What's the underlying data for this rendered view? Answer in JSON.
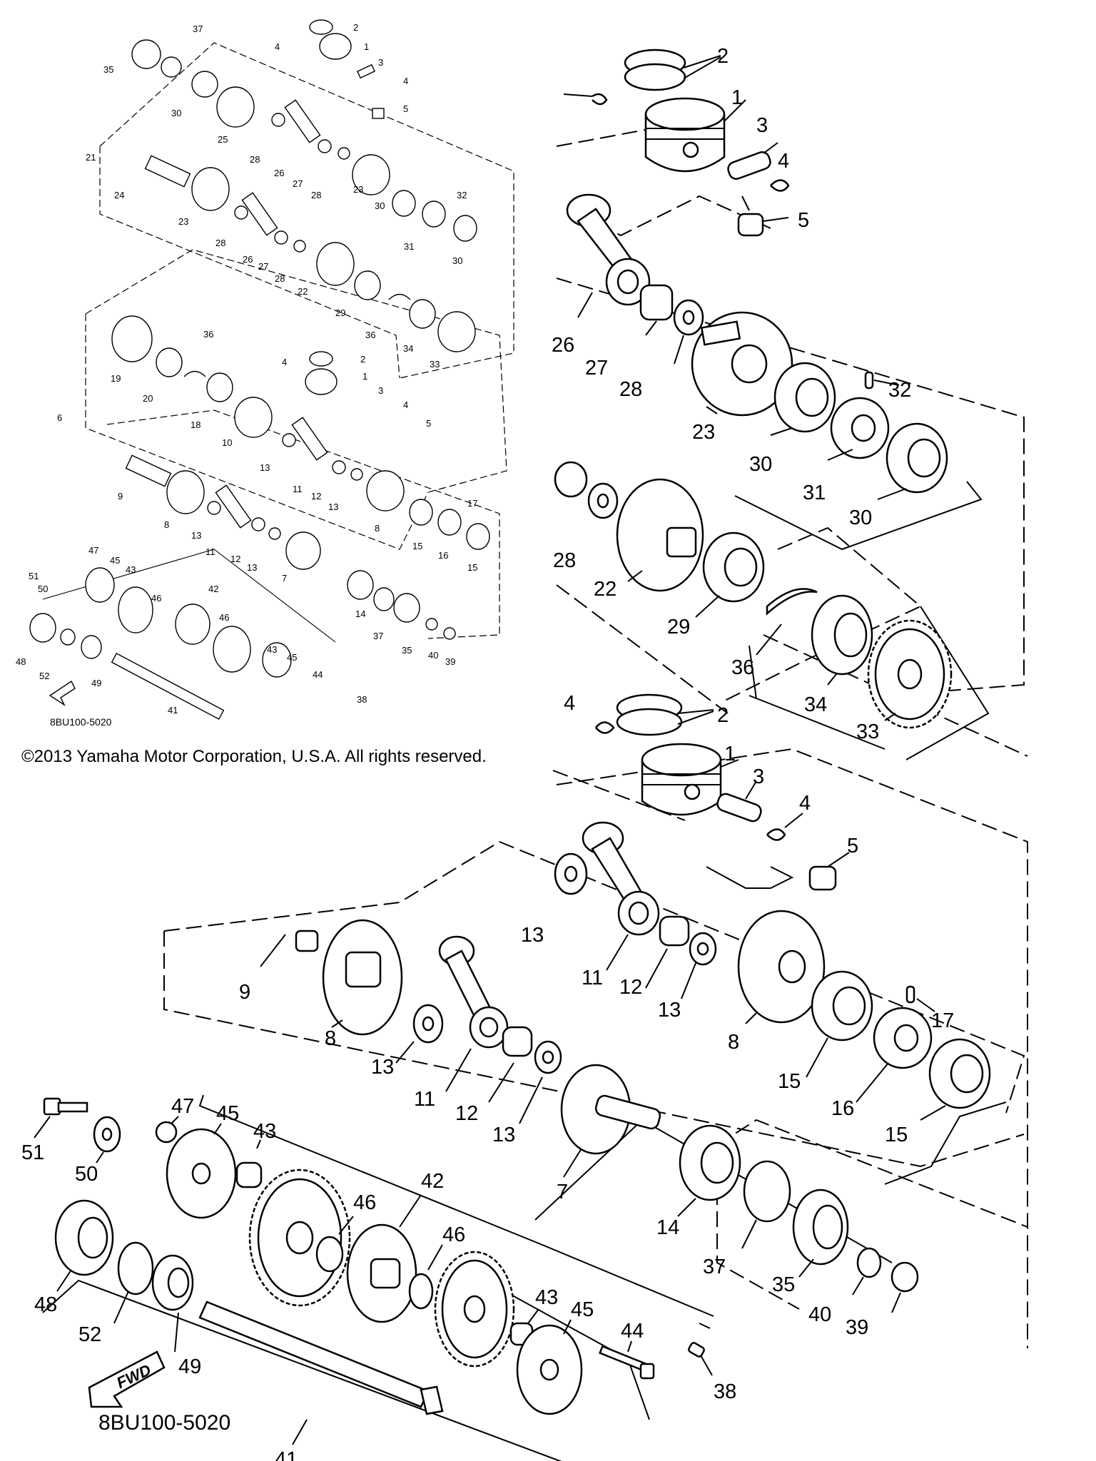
{
  "copyright": "©2013 Yamaha Motor Corporation, U.S.A. All rights reserved.",
  "diagram_code": "8BU100-5020",
  "fwd_label": "FWD",
  "small_callouts": [
    "1",
    "2",
    "3",
    "4",
    "4",
    "5",
    "6",
    "7",
    "8",
    "8",
    "9",
    "10",
    "11",
    "11",
    "12",
    "12",
    "13",
    "13",
    "13",
    "14",
    "15",
    "15",
    "16",
    "17",
    "18",
    "19",
    "20",
    "21",
    "22",
    "23",
    "23",
    "24",
    "25",
    "26",
    "26",
    "27",
    "27",
    "28",
    "28",
    "28",
    "28",
    "29",
    "30",
    "30",
    "30",
    "31",
    "32",
    "33",
    "34",
    "35",
    "35",
    "36",
    "36",
    "37",
    "37",
    "38",
    "39",
    "40",
    "41",
    "42",
    "43",
    "43",
    "44",
    "45",
    "45",
    "46",
    "46",
    "47",
    "48",
    "49",
    "50",
    "51",
    "52",
    "1",
    "2",
    "3",
    "4",
    "4",
    "5"
  ],
  "upper_callouts": [
    "2",
    "1",
    "3",
    "4",
    "5",
    "26",
    "27",
    "28",
    "23",
    "30",
    "32",
    "31",
    "30",
    "28",
    "22",
    "29",
    "36",
    "34",
    "33"
  ],
  "middle_callouts": [
    "4",
    "2",
    "1",
    "3",
    "4",
    "5",
    "13",
    "11",
    "12",
    "13",
    "9",
    "8",
    "13",
    "11",
    "12",
    "13",
    "8",
    "15",
    "16",
    "17",
    "15",
    "7",
    "14",
    "37",
    "35",
    "40",
    "39"
  ],
  "lower_callouts": [
    "51",
    "50",
    "47",
    "45",
    "43",
    "46",
    "42",
    "46",
    "43",
    "45",
    "44",
    "48",
    "52",
    "49",
    "41",
    "38"
  ]
}
